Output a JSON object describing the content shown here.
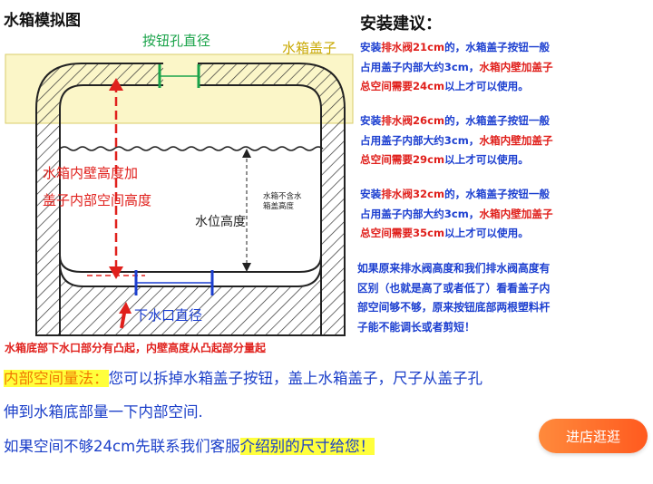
{
  "diagram": {
    "title": "水箱模拟图",
    "button_hole_label": "按钮孔直径",
    "lid_label": "水箱盖子",
    "inner_height_label_1": "水箱内壁高度加",
    "inner_height_label_2": "盖子内部空间高度",
    "no_water_label_1": "水箱不含水",
    "no_water_label_2": "箱盖高度",
    "water_level_label": "水位高度",
    "outlet_label": "下水口直径",
    "bottom_note": "水箱底部下水口部分有凸起，内壁高度从凸起部分量起"
  },
  "advice": {
    "title": "安装建议：",
    "items": [
      {
        "a": "安装",
        "b": "排水阀21cm",
        "c": "的，水箱盖子按钮一般",
        "d": "占用盖子内部大约3cm，",
        "e": "水箱内壁加盖子",
        "f": "总空间需要24cm",
        "g": "以上才可以使用。"
      },
      {
        "a": "安装",
        "b": "排水阀26cm",
        "c": "的，水箱盖子按钮一般",
        "d": "占用盖子内部大约3cm，",
        "e": "水箱内壁加盖子",
        "f": "总空间需要29cm",
        "g": "以上才可以使用。"
      },
      {
        "a": "安装",
        "b": "排水阀32cm",
        "c": "的，水箱盖子按钮一般",
        "d": "占用盖子内部大约3cm，",
        "e": "水箱内壁加盖子",
        "f": "总空间需要35cm",
        "g": "以上才可以使用。"
      }
    ],
    "note_1": "如果原来排水阀高度和我们排水阀高度有",
    "note_2a": "区别（也就是高了或者低了）",
    "note_2b": "看看盖子内",
    "note_3": "部空间够不够，原来按钮底部两根塑料杆",
    "note_4": "子能不能调长或者剪短！"
  },
  "method": {
    "label": "内部空间量法：",
    "line1_rest": "您可以拆掉水箱盖子按钮，盖上水箱盖子，尺子从盖子孔",
    "line2": "伸到水箱底部量一下内部空间.",
    "line3_a": "如果空间不够24cm先联系我们客服",
    "line3_b": "介绍别的尺寸给您！"
  },
  "shop_button": "进店逛逛",
  "colors": {
    "green": "#1aa34a",
    "red": "#e0201c",
    "blue": "#1c3fd0",
    "highlight": "#ffff3c",
    "button": "#ff6a2c"
  }
}
